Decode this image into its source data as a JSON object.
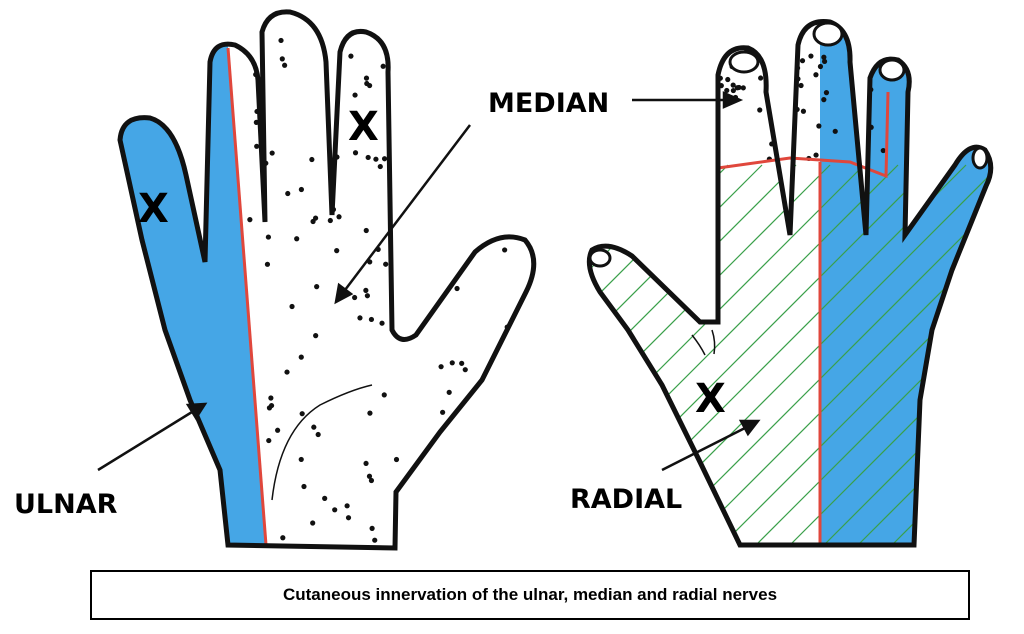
{
  "labels": {
    "median": "MEDIAN",
    "ulnar": "ULNAR",
    "radial": "RADIAL",
    "x_mark": "X"
  },
  "caption": "Cutaneous innervation of the ulnar, median and radial nerves",
  "colors": {
    "ulnar": "#45a6e6",
    "border": "#e0473c",
    "hatch": "#3aa04a",
    "outline": "#111111"
  }
}
